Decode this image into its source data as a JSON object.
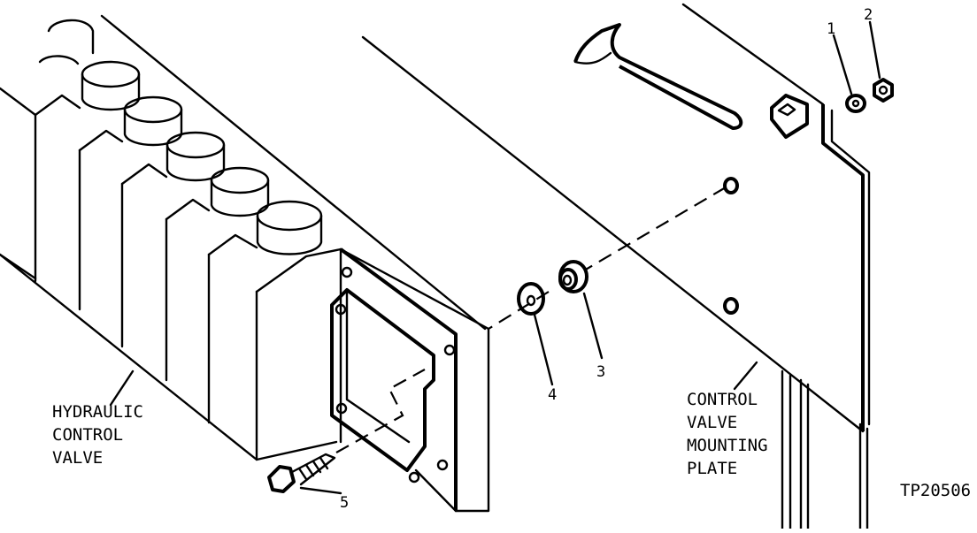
{
  "callouts": [
    {
      "id": "1",
      "text": "1"
    },
    {
      "id": "2",
      "text": "2"
    },
    {
      "id": "3",
      "text": "3"
    },
    {
      "id": "4",
      "text": "4"
    },
    {
      "id": "5",
      "text": "5"
    }
  ],
  "labels": {
    "hydraulic_valve": [
      "HYDRAULIC",
      "CONTROL",
      "VALVE"
    ],
    "mounting_plate": [
      "CONTROL",
      "VALVE",
      "MOUNTING",
      "PLATE"
    ]
  },
  "figure_id": "TP20506",
  "colors": {
    "ink": "#000000",
    "paper": "#ffffff"
  }
}
